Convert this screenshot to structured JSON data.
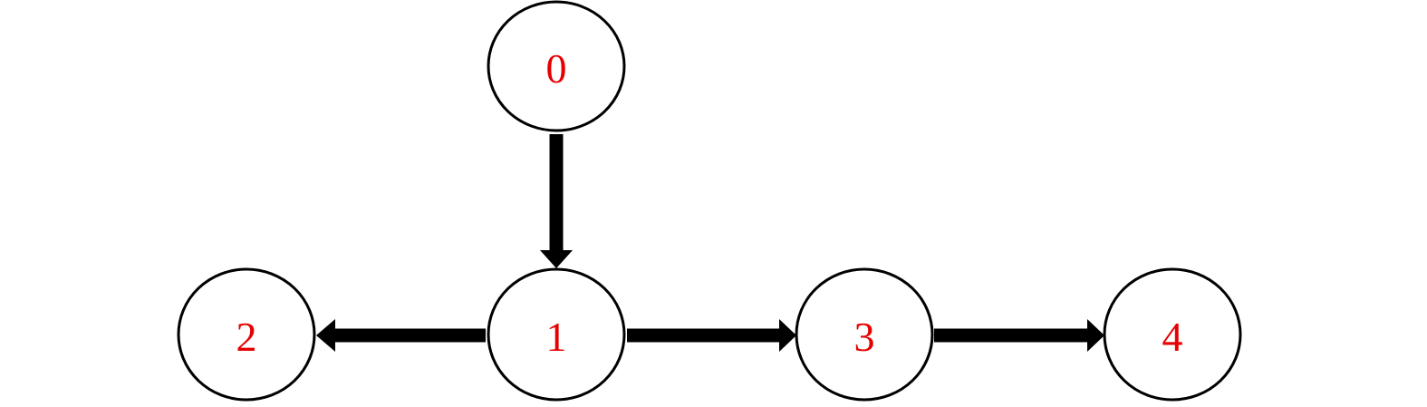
{
  "nodes": [
    {
      "id": "0",
      "label": "0"
    },
    {
      "id": "1",
      "label": "1"
    },
    {
      "id": "2",
      "label": "2"
    },
    {
      "id": "3",
      "label": "3"
    },
    {
      "id": "4",
      "label": "4"
    }
  ],
  "edges": [
    {
      "from": "0",
      "to": "1"
    },
    {
      "from": "1",
      "to": "2"
    },
    {
      "from": "1",
      "to": "3"
    },
    {
      "from": "3",
      "to": "4"
    }
  ],
  "colors": {
    "label": "#e60000",
    "stroke": "#000000",
    "background": "#ffffff"
  }
}
